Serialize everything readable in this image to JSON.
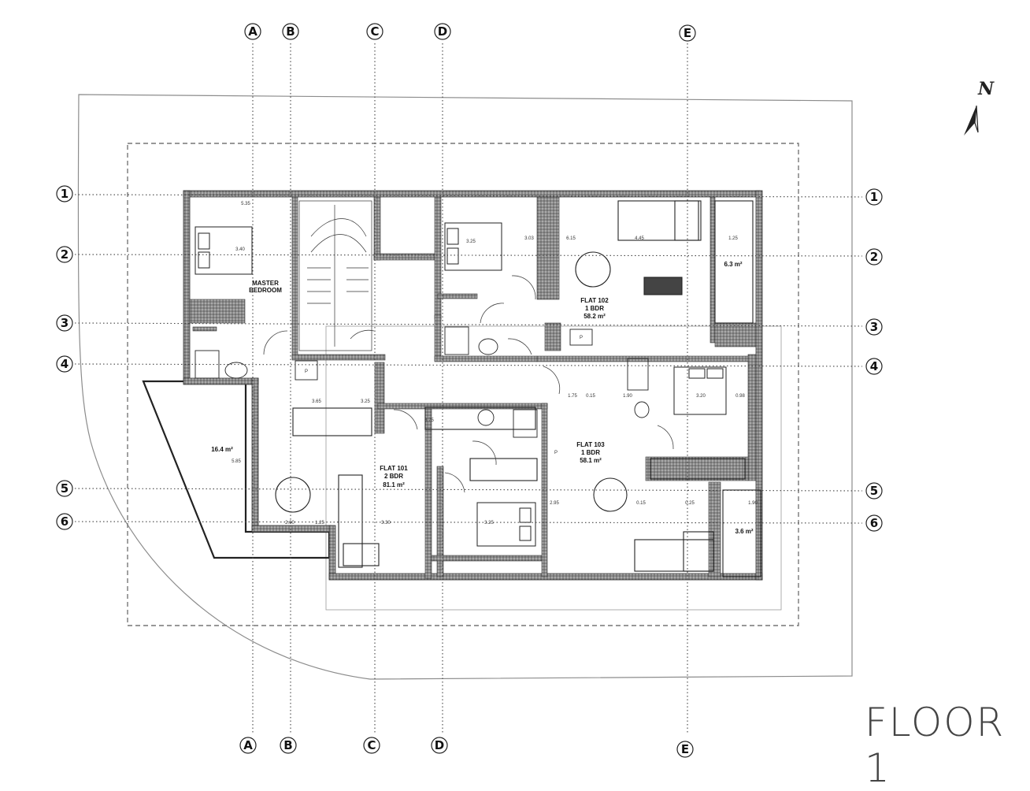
{
  "title": "FLOOR 1",
  "north_label": "N",
  "grid_columns": [
    "A",
    "B",
    "C",
    "D",
    "E"
  ],
  "grid_rows": [
    "1",
    "2",
    "3",
    "4",
    "5",
    "6"
  ],
  "flats": [
    {
      "name": "FLAT 101",
      "type": "2 BDR",
      "area": "81.1 m²"
    },
    {
      "name": "FLAT 102",
      "type": "1 BDR",
      "area": "58.2 m²"
    },
    {
      "name": "FLAT 103",
      "type": "1 BDR",
      "area": "58.1 m²"
    }
  ],
  "rooms": {
    "master_bedroom": [
      "MASTER",
      "BEDROOM"
    ]
  },
  "areas": {
    "terrace_west": "16.4 m²",
    "balcony_ne": "6.3 m²",
    "balcony_se": "3.6 m²"
  },
  "dimensions": {
    "d1": "5.35",
    "d2": "3.40",
    "d3": "3.25",
    "d4": "3.03",
    "d5": "6.15",
    "d6": "4.45",
    "d7": "1.25",
    "d8": "3.65",
    "d9": "3.25",
    "d10": "1.75",
    "d11": "0.15",
    "d12": "1.90",
    "d13": "3.20",
    "d14": "0.98",
    "d15": "2.60",
    "d16": "1.25",
    "d17": "3.30",
    "d18": "3.25",
    "d19": "2.95",
    "d20": "0.15",
    "d21": "0.25",
    "d22": "1.90",
    "d23": "5.85",
    "d24": "3.75"
  },
  "stair_label": "P",
  "colors": {
    "wall": "#6f6f6f",
    "line": "#1a1a1a",
    "dashed": "#777777"
  }
}
